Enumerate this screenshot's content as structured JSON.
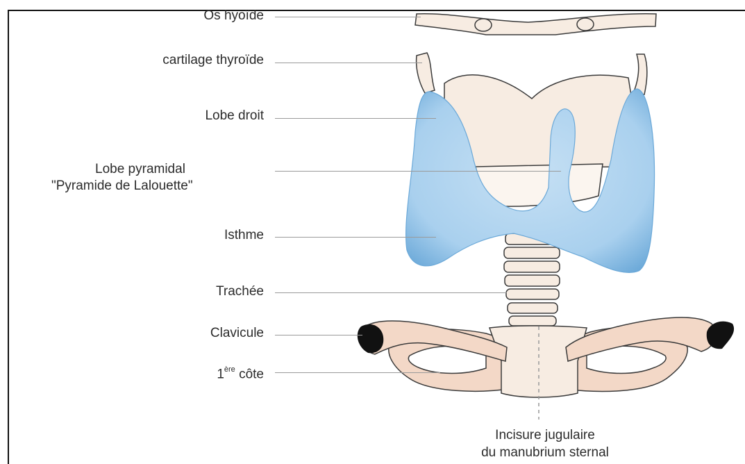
{
  "labels": {
    "os_hyoide": "Os hyoïde",
    "cartilage_thyroide": "cartilage thyroïde",
    "lobe_droit": "Lobe droit",
    "lobe_pyramidal_line1": "Lobe pyramidal",
    "lobe_pyramidal_line2": "\"Pyramide de Lalouette\"",
    "isthme": "Isthme",
    "trachee": "Trachée",
    "clavicule": "Clavicule",
    "premiere_cote_num": "1",
    "premiere_cote_sup": "ère",
    "premiere_cote_word": " côte",
    "incisure_line1": "Incisure jugulaire",
    "incisure_line2": "du manubrium sternal"
  },
  "colors": {
    "thyroid_fill": "#a9d0ee",
    "thyroid_edge": "#6aa8d8",
    "cartilage_fill": "#f7ece2",
    "rib_fill": "#f3d8c7",
    "outline": "#3a3a3a"
  }
}
